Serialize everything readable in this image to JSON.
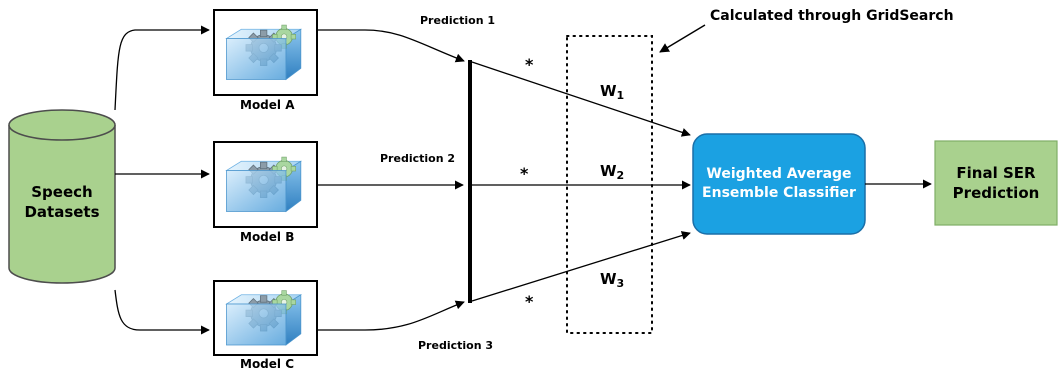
{
  "source": {
    "line1": "Speech",
    "line2": "Datasets",
    "fill_color": "#a9d18e",
    "stroke_color": "#4d4d4d"
  },
  "models": [
    {
      "label": "Model A"
    },
    {
      "label": "Model B"
    },
    {
      "label": "Model C"
    }
  ],
  "model_icon": "gears-in-blue-cube-icon",
  "predictions": [
    {
      "label": "Prediction 1"
    },
    {
      "label": "Prediction 2"
    },
    {
      "label": "Prediction 3"
    }
  ],
  "multiply_symbol": "*",
  "weights": [
    {
      "letter": "W",
      "index": "1"
    },
    {
      "letter": "W",
      "index": "2"
    },
    {
      "letter": "W",
      "index": "3"
    }
  ],
  "gridsearch_label": "Calculated through GridSearch",
  "ensemble": {
    "line1": "Weighted Average",
    "line2": "Ensemble Classifier",
    "fill_color": "#1ba1e2",
    "stroke_color": "#1a6fa8",
    "text_color": "#ffffff"
  },
  "final": {
    "line1": "Final SER",
    "line2": "Prediction",
    "fill_color": "#a9d18e",
    "stroke_color": "#7fae66"
  }
}
